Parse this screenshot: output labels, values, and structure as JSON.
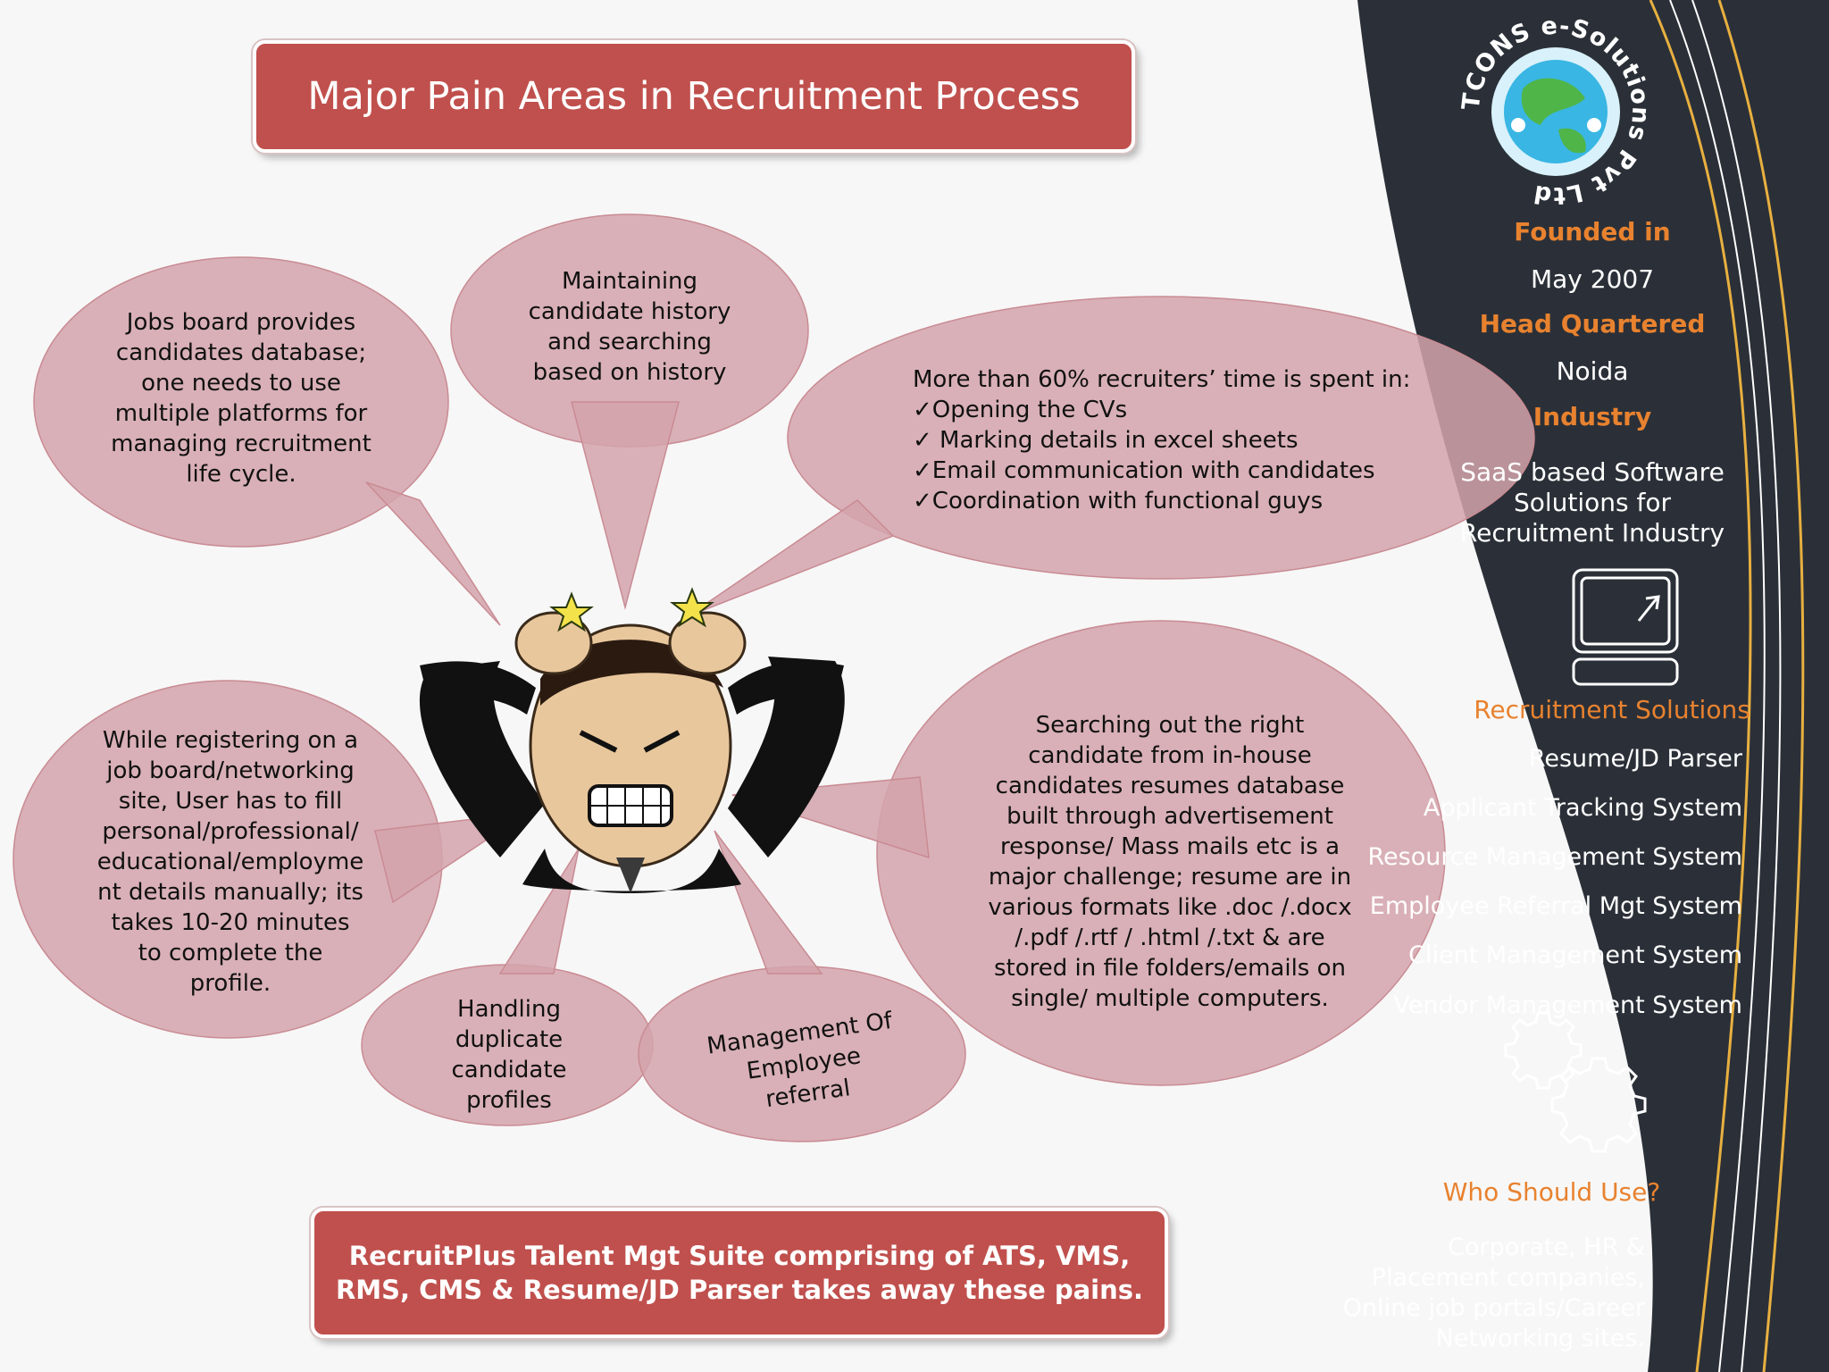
{
  "title": "Major Pain Areas in Recruitment Process",
  "bubbles": {
    "jobs_board": "Jobs board provides candidates database; one needs to use multiple platforms for managing recruitment life cycle.",
    "history": "Maintaining candidate history and searching based on history",
    "time_intro": "More than 60% recruiters’ time is spent in:",
    "time_items": [
      "✓Opening the CVs",
      "✓ Marking details in excel sheets",
      "✓Email communication with candidates",
      "✓Coordination with functional guys"
    ],
    "registering": "While registering on a job board/networking site, User has to fill personal/professional/ educational/employme nt details manually; its takes 10-20 minutes to complete the profile.",
    "duplicate": "Handling duplicate candidate profiles",
    "referral": "Management Of Employee referral",
    "searching": "Searching out the right candidate from in-house candidates resumes database built through advertisement response/ Mass mails etc is a major challenge; resume are in various formats like .doc /.docx /.pdf /.rtf / .html /.txt & are stored in file folders/emails on single/ multiple computers."
  },
  "footer": "RecruitPlus Talent Mgt Suite comprising of ATS, VMS, RMS, CMS & Resume/JD Parser takes away these pains.",
  "sidebar": {
    "logo_text": "ITCONS e-Solutions Pvt Ltd",
    "founded_label": "Founded in",
    "founded_value": "May 2007",
    "hq_label": "Head Quartered",
    "hq_value": "Noida",
    "industry_label": "Industry",
    "industry_value": "SaaS based Software Solutions for Recruitment Industry",
    "solutions_label": "Recruitment Solutions",
    "solutions": [
      "Resume/JD Parser",
      "Applicant Tracking System",
      "Resource Management System",
      "Employee Referral Mgt System",
      "Client Management System",
      "Vendor Management System"
    ],
    "who_label": "Who Should Use?",
    "who_value": "Corporate, HR & Placement companies, Online job portals/Career Networking sites."
  },
  "colors": {
    "banner": "#c0504d",
    "bubble": "#d9a7ae",
    "sidebar_bg": "#2b3038",
    "accent": "#e8822f"
  },
  "icons": [
    "logo-globe-icon",
    "monitor-icon",
    "gears-icon",
    "stressed-man-illustration"
  ]
}
